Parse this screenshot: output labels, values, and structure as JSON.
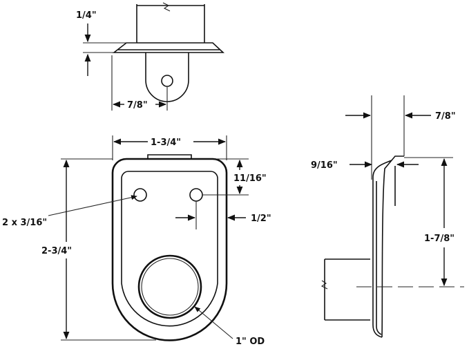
{
  "top_view": {
    "dim_height": "1/4\"",
    "dim_hole_offset": "7/8\""
  },
  "front_view": {
    "dim_width": "1-3/4\"",
    "dim_hole_depth": "11/16\"",
    "dim_holes": "2 x 3/16\"",
    "dim_hole_edge": "1/2\"",
    "dim_height": "2-3/4\"",
    "dim_tube": "1\" OD"
  },
  "side_view": {
    "dim_offset": "7/8\"",
    "dim_flange": "9/16\"",
    "dim_center": "1-7/8\""
  }
}
